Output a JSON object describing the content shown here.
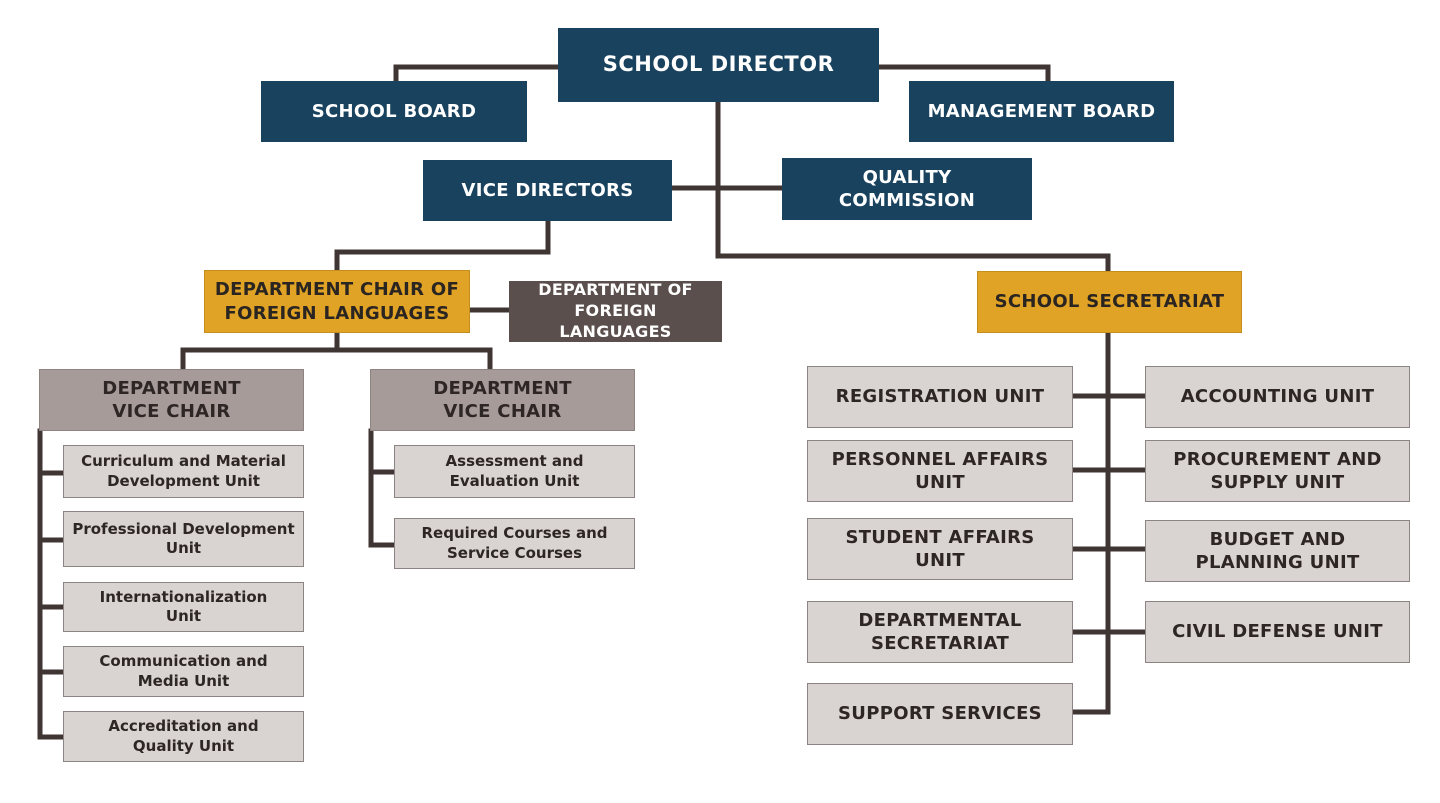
{
  "chart": {
    "school_director": "SCHOOL DIRECTOR",
    "school_board": "SCHOOL BOARD",
    "management_board": "MANAGEMENT BOARD",
    "vice_directors": "VICE DIRECTORS",
    "quality_commission": "QUALITY COMMISSION",
    "dept_chair": "DEPARTMENT CHAIR OF FOREIGN LANGUAGES",
    "dept_foreign_languages": "DEPARTMENT OF FOREIGN LANGUAGES",
    "school_secretariat": "SCHOOL SECRETARIAT",
    "vice_chair_left": {
      "title": "DEPARTMENT VICE CHAIR",
      "units": [
        "Curriculum and Material Development Unit",
        "Professional Development Unit",
        "Internationalization Unit",
        "Communication and Media Unit",
        "Accreditation and Quality Unit"
      ]
    },
    "vice_chair_right": {
      "title": "DEPARTMENT VICE CHAIR",
      "units": [
        "Assessment and Evaluation Unit",
        "Required Courses and Service Courses"
      ]
    },
    "secretariat_left_units": [
      "REGISTRATION UNIT",
      "PERSONNEL AFFAIRS UNIT",
      "STUDENT AFFAIRS UNIT",
      "DEPARTMENTAL SECRETARIAT",
      "SUPPORT SERVICES"
    ],
    "secretariat_right_units": [
      "ACCOUNTING UNIT",
      "PROCUREMENT AND SUPPLY UNIT",
      "BUDGET AND PLANNING UNIT",
      "CIVIL DEFENSE UNIT"
    ]
  },
  "colors": {
    "navy": "#19425e",
    "gold": "#e0a326",
    "dark_brown": "#5a4f4c",
    "taupe": "#a69b98",
    "light_gray": "#d9d3d1",
    "connector": "#3f3533"
  }
}
